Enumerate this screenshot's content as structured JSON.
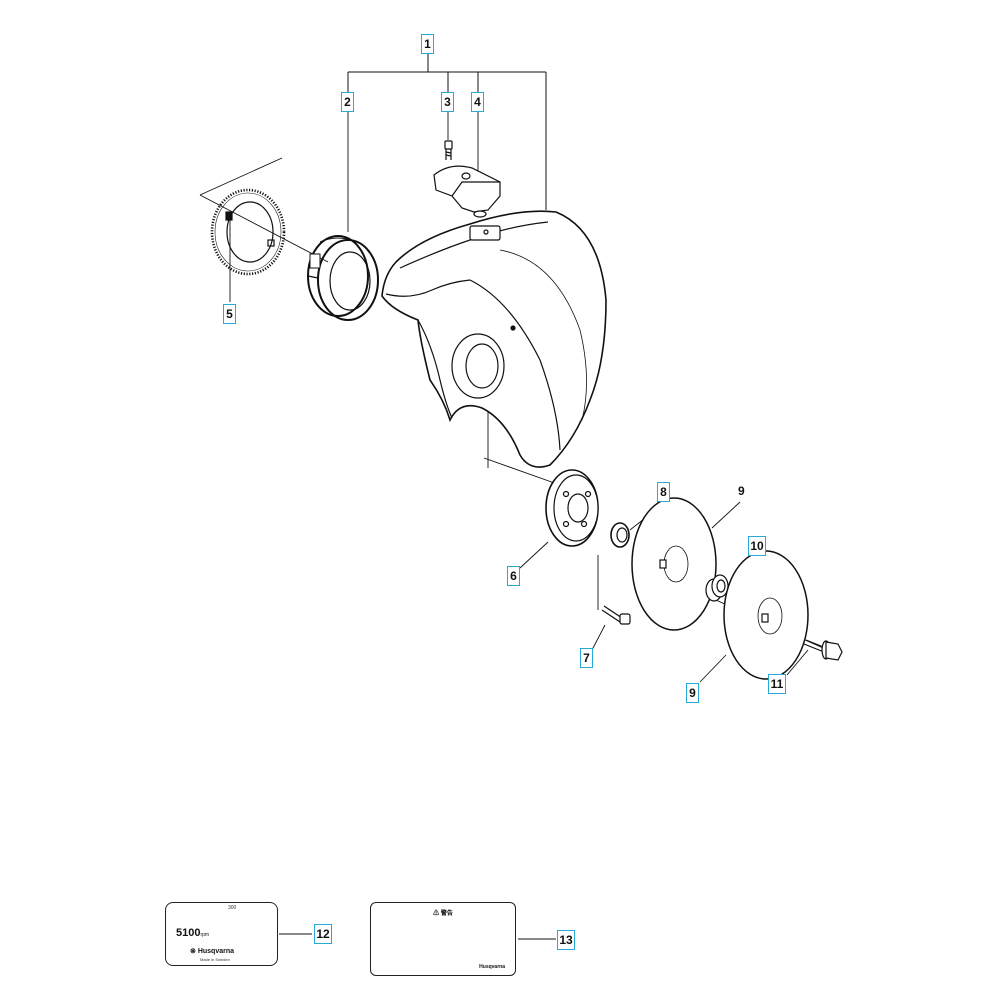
{
  "labels": {
    "p1": "1",
    "p2": "2",
    "p3": "3",
    "p4": "4",
    "p5": "5",
    "p6": "6",
    "p7": "7",
    "p8": "8",
    "p9a": "9",
    "p9b": "9",
    "p10": "10",
    "p11": "11",
    "p12": "12",
    "p13": "13"
  },
  "decal_rpm": {
    "speed": "5100",
    "unit": "rpm",
    "dimension": "300",
    "brand": "Husqvarna",
    "origin": "Made in Sweden"
  },
  "decal_warning": {
    "title": "⚠ 警告",
    "brand": "Husqvarna"
  },
  "colors": {
    "label_border": "#29a9d6",
    "line": "#111111"
  }
}
